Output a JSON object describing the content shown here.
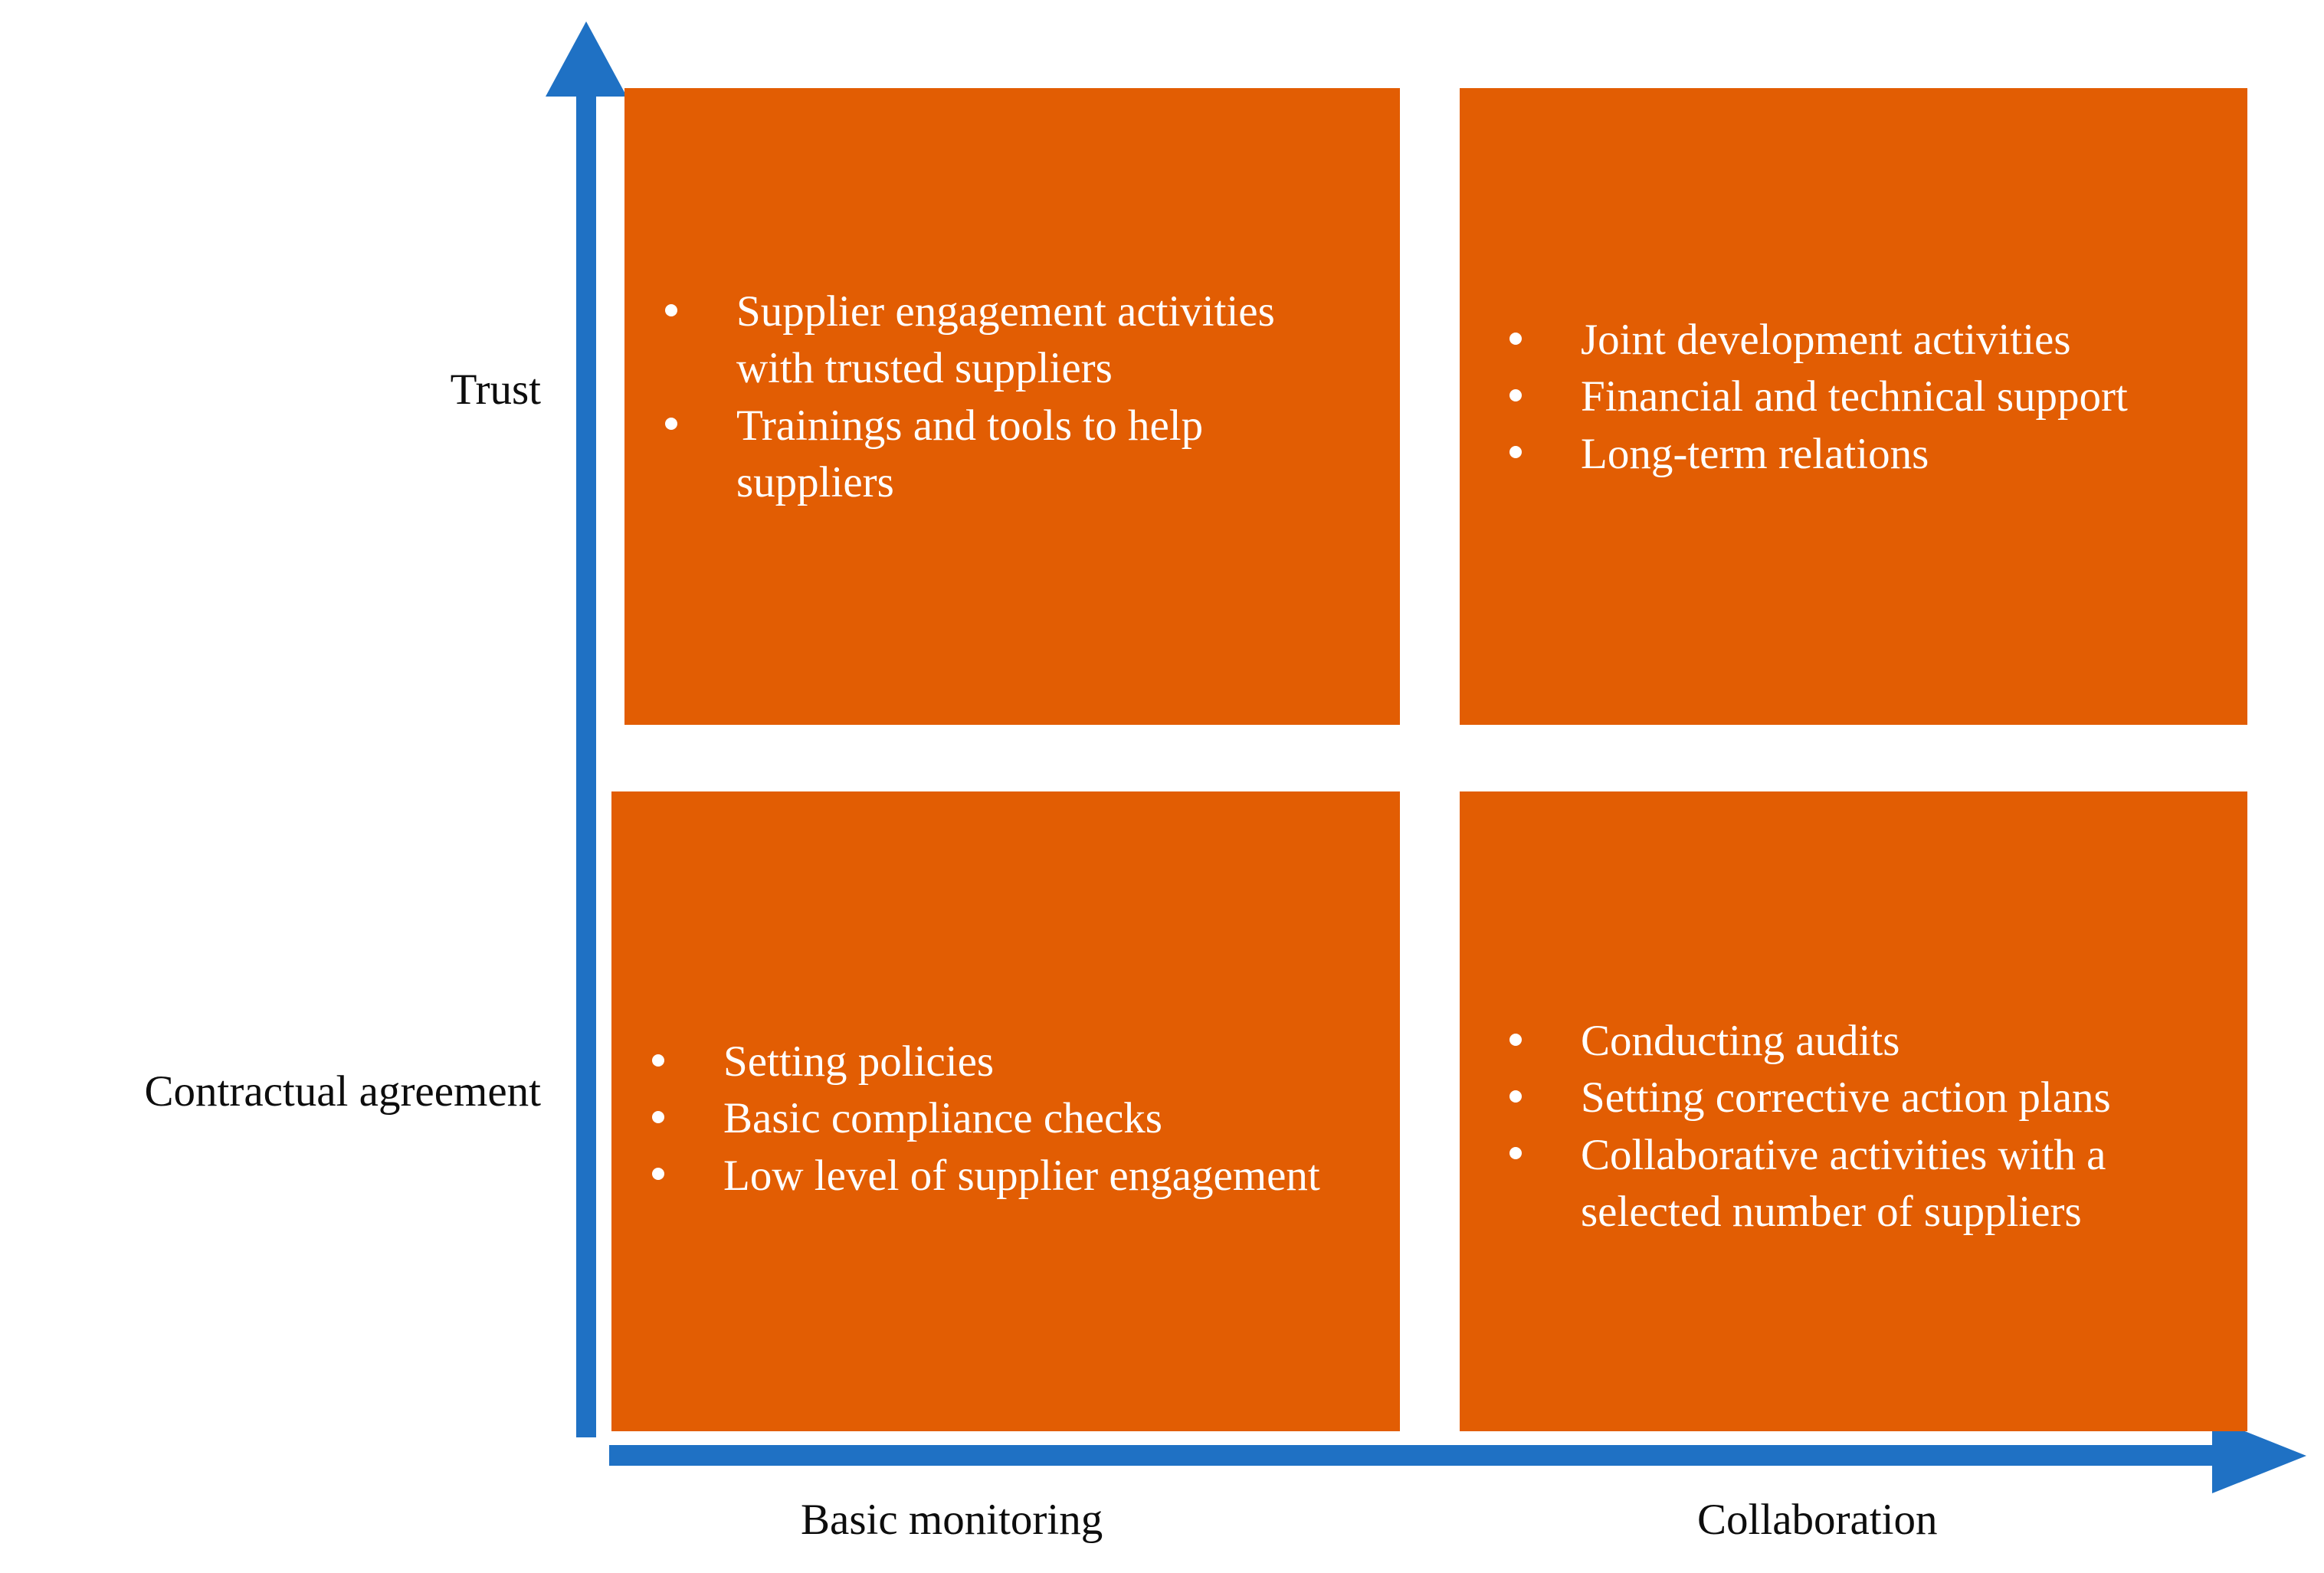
{
  "colors": {
    "box": "#E25D03",
    "axis": "#1F71C4",
    "text_on_box": "#FFFFFF",
    "label_text": "#0D0D0D",
    "background": "#FFFFFF"
  },
  "axes": {
    "y_axis": {
      "icon": "arrow-up-icon",
      "labels": {
        "high": "Trust",
        "low": "Contractual agreement"
      }
    },
    "x_axis": {
      "icon": "arrow-right-icon",
      "labels": {
        "low": "Basic monitoring",
        "high": "Collaboration"
      }
    }
  },
  "quadrants": [
    {
      "id": "top-left",
      "position": "Trust / Basic monitoring",
      "items": [
        "Supplier engagement activities with trusted suppliers",
        "Trainings and tools to help suppliers"
      ]
    },
    {
      "id": "top-right",
      "position": "Trust / Collaboration",
      "items": [
        "Joint development activities",
        "Financial and technical support",
        "Long-term relations"
      ]
    },
    {
      "id": "bottom-left",
      "position": "Contractual agreement / Basic monitoring",
      "items": [
        "Setting policies",
        "Basic compliance checks",
        "Low level of supplier engagement"
      ]
    },
    {
      "id": "bottom-right",
      "position": "Contractual agreement / Collaboration",
      "items": [
        "Conducting audits",
        "Setting corrective action plans",
        "Collaborative activities with a selected number of suppliers"
      ]
    }
  ],
  "chart_data": {
    "type": "table",
    "title": "",
    "xlabel": "",
    "ylabel": "",
    "x_categories": [
      "Basic monitoring",
      "Collaboration"
    ],
    "y_categories": [
      "Contractual agreement",
      "Trust"
    ],
    "cells": [
      {
        "x": "Basic monitoring",
        "y": "Trust",
        "values": [
          "Supplier engagement activities with trusted suppliers",
          "Trainings and tools to help suppliers"
        ]
      },
      {
        "x": "Collaboration",
        "y": "Trust",
        "values": [
          "Joint development activities",
          "Financial and technical support",
          "Long-term relations"
        ]
      },
      {
        "x": "Basic monitoring",
        "y": "Contractual agreement",
        "values": [
          "Setting policies",
          "Basic compliance checks",
          "Low level of supplier engagement"
        ]
      },
      {
        "x": "Collaboration",
        "y": "Contractual agreement",
        "values": [
          "Conducting audits",
          "Setting corrective action plans",
          "Collaborative activities with a selected number of suppliers"
        ]
      }
    ]
  }
}
